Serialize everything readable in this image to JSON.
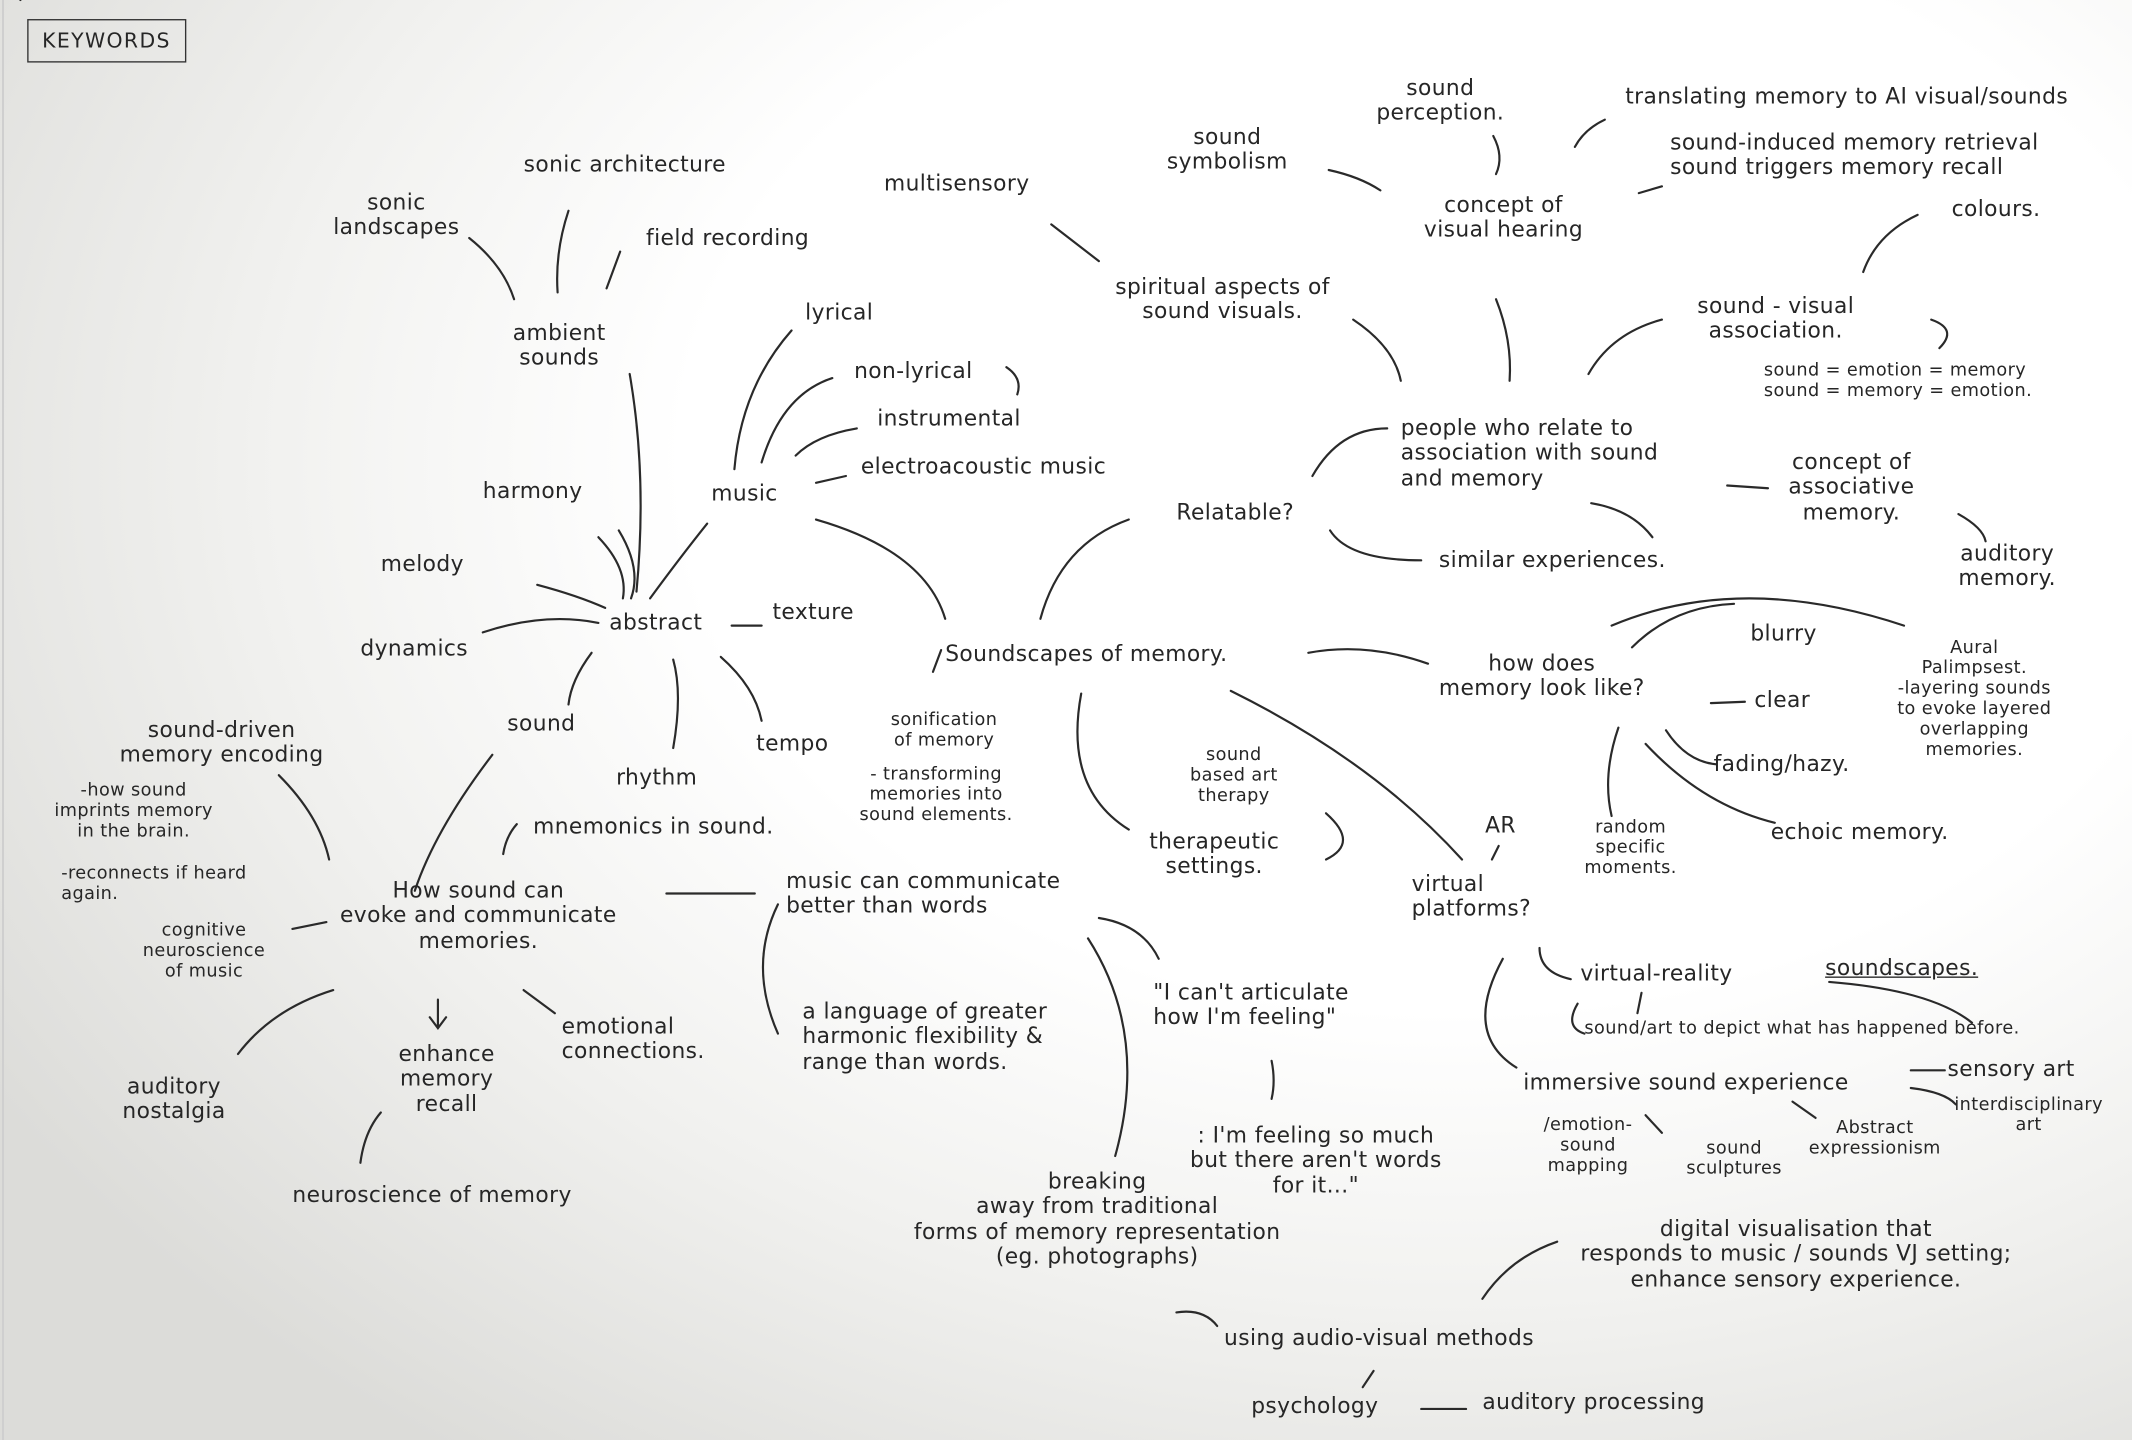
{
  "title": "KEYWORDS",
  "nodes": {
    "n1": "sonic\nlandscapes",
    "n2": "sonic architecture",
    "n3": "field recording",
    "n4": "ambient\nsounds",
    "n5": "multisensory",
    "n6": "sound\nsymbolism",
    "n7": "sound\nperception.",
    "n8": "translating memory to AI visual/sounds",
    "n9": "sound-induced memory retrieval\nsound triggers memory recall",
    "n10": "colours.",
    "n11": "concept of\nvisual hearing",
    "n12": "spiritual aspects of\nsound visuals.",
    "n13": "lyrical",
    "n14": "non-lyrical",
    "n15": "instrumental",
    "n16": "electroacoustic music",
    "n17": "music",
    "n18": "harmony",
    "n19": "melody",
    "n20": "dynamics",
    "n21": "abstract",
    "n22": "texture",
    "n23": "sound",
    "n24": "tempo",
    "n25": "rhythm",
    "n26": "mnemonics in sound.",
    "n27": "sound-driven\nmemory encoding",
    "n28": "-how sound\nimprints memory\nin the brain.",
    "n29": "-reconnects if heard\nagain.",
    "n30": "How sound can\nevoke and communicate\nmemories.",
    "n31": "cognitive\nneuroscience\nof music",
    "n32": "emotional\nconnections.",
    "n33": "enhance\nmemory\nrecall",
    "n34": "auditory\nnostalgia",
    "n35": "neuroscience of memory",
    "n36": "Soundscapes of memory.",
    "n37": "sonification\nof memory",
    "n38": "- transforming\nmemories into\nsound elements.",
    "n39": "sound\nbased art\ntherapy",
    "n40": "therapeutic\nsettings.",
    "n41": "music can communicate\nbetter than words",
    "n42": "a language of greater\nharmonic flexibility &\nrange than words.",
    "n43": "\"I can't articulate\nhow I'm feeling\"",
    "n44": ": I'm feeling so much\nbut there aren't words\nfor it...\"",
    "n45": "breaking\naway from traditional\nforms of memory representation\n(eg. photographs)",
    "n46": "using audio-visual methods",
    "n47": "psychology",
    "n48": "auditory processing",
    "n49": "Relatable?",
    "n50": "people who relate to\nassociation with sound\nand memory",
    "n51": "similar experiences.",
    "n52": "sound - visual\nassociation.",
    "n53": "sound = emotion = memory\nsound = memory = emotion.",
    "n54": "concept of\nassociative\nmemory.",
    "n55": "auditory\nmemory.",
    "n56": "how does\nmemory look like?",
    "n57": "blurry",
    "n58": "clear",
    "n59": "fading/hazy.",
    "n60": "echoic memory.",
    "n61": "random\nspecific\nmoments.",
    "n62": "Aural\nPalimpsest.\n-layering sounds\nto evoke layered\noverlapping\nmemories.",
    "n63": "AR",
    "n64": "virtual\nplatforms?",
    "n65a": "virtual-reality",
    "n65b": "soundscapes.",
    "n66": "sound/art to depict what has happened before.",
    "n67": "immersive sound experience",
    "n68": "sensory art",
    "n69": "interdisciplinary\nart",
    "n70": "/emotion-\nsound\nmapping",
    "n71": "sound\nsculptures",
    "n72": "Abstract\nexpressionism",
    "n73": "digital visualisation that\nresponds to music / sounds VJ setting;\nenhance sensory experience."
  }
}
